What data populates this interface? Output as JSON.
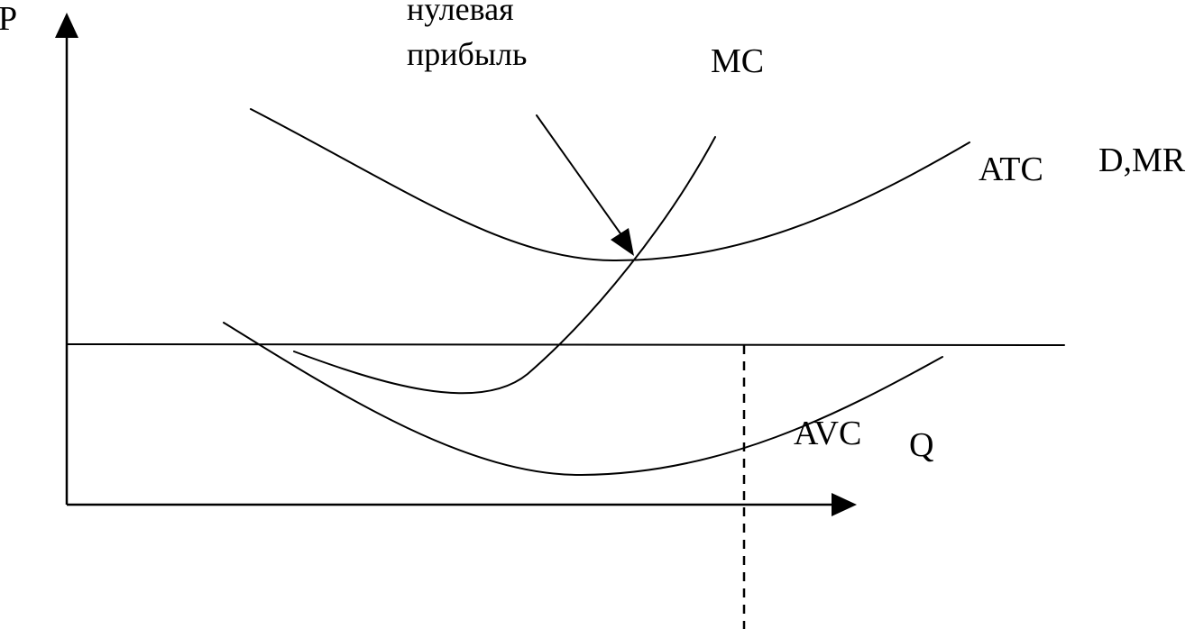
{
  "axes": {
    "y_label": "P",
    "x_label": "Q"
  },
  "curves": {
    "mc": "MC",
    "atc": "ATC",
    "avc": "AVC",
    "demand": "D,MR"
  },
  "annotation": {
    "line1": "нулевая",
    "line2": "прибыль"
  },
  "colors": {
    "ink": "#000000",
    "background": "#ffffff"
  }
}
